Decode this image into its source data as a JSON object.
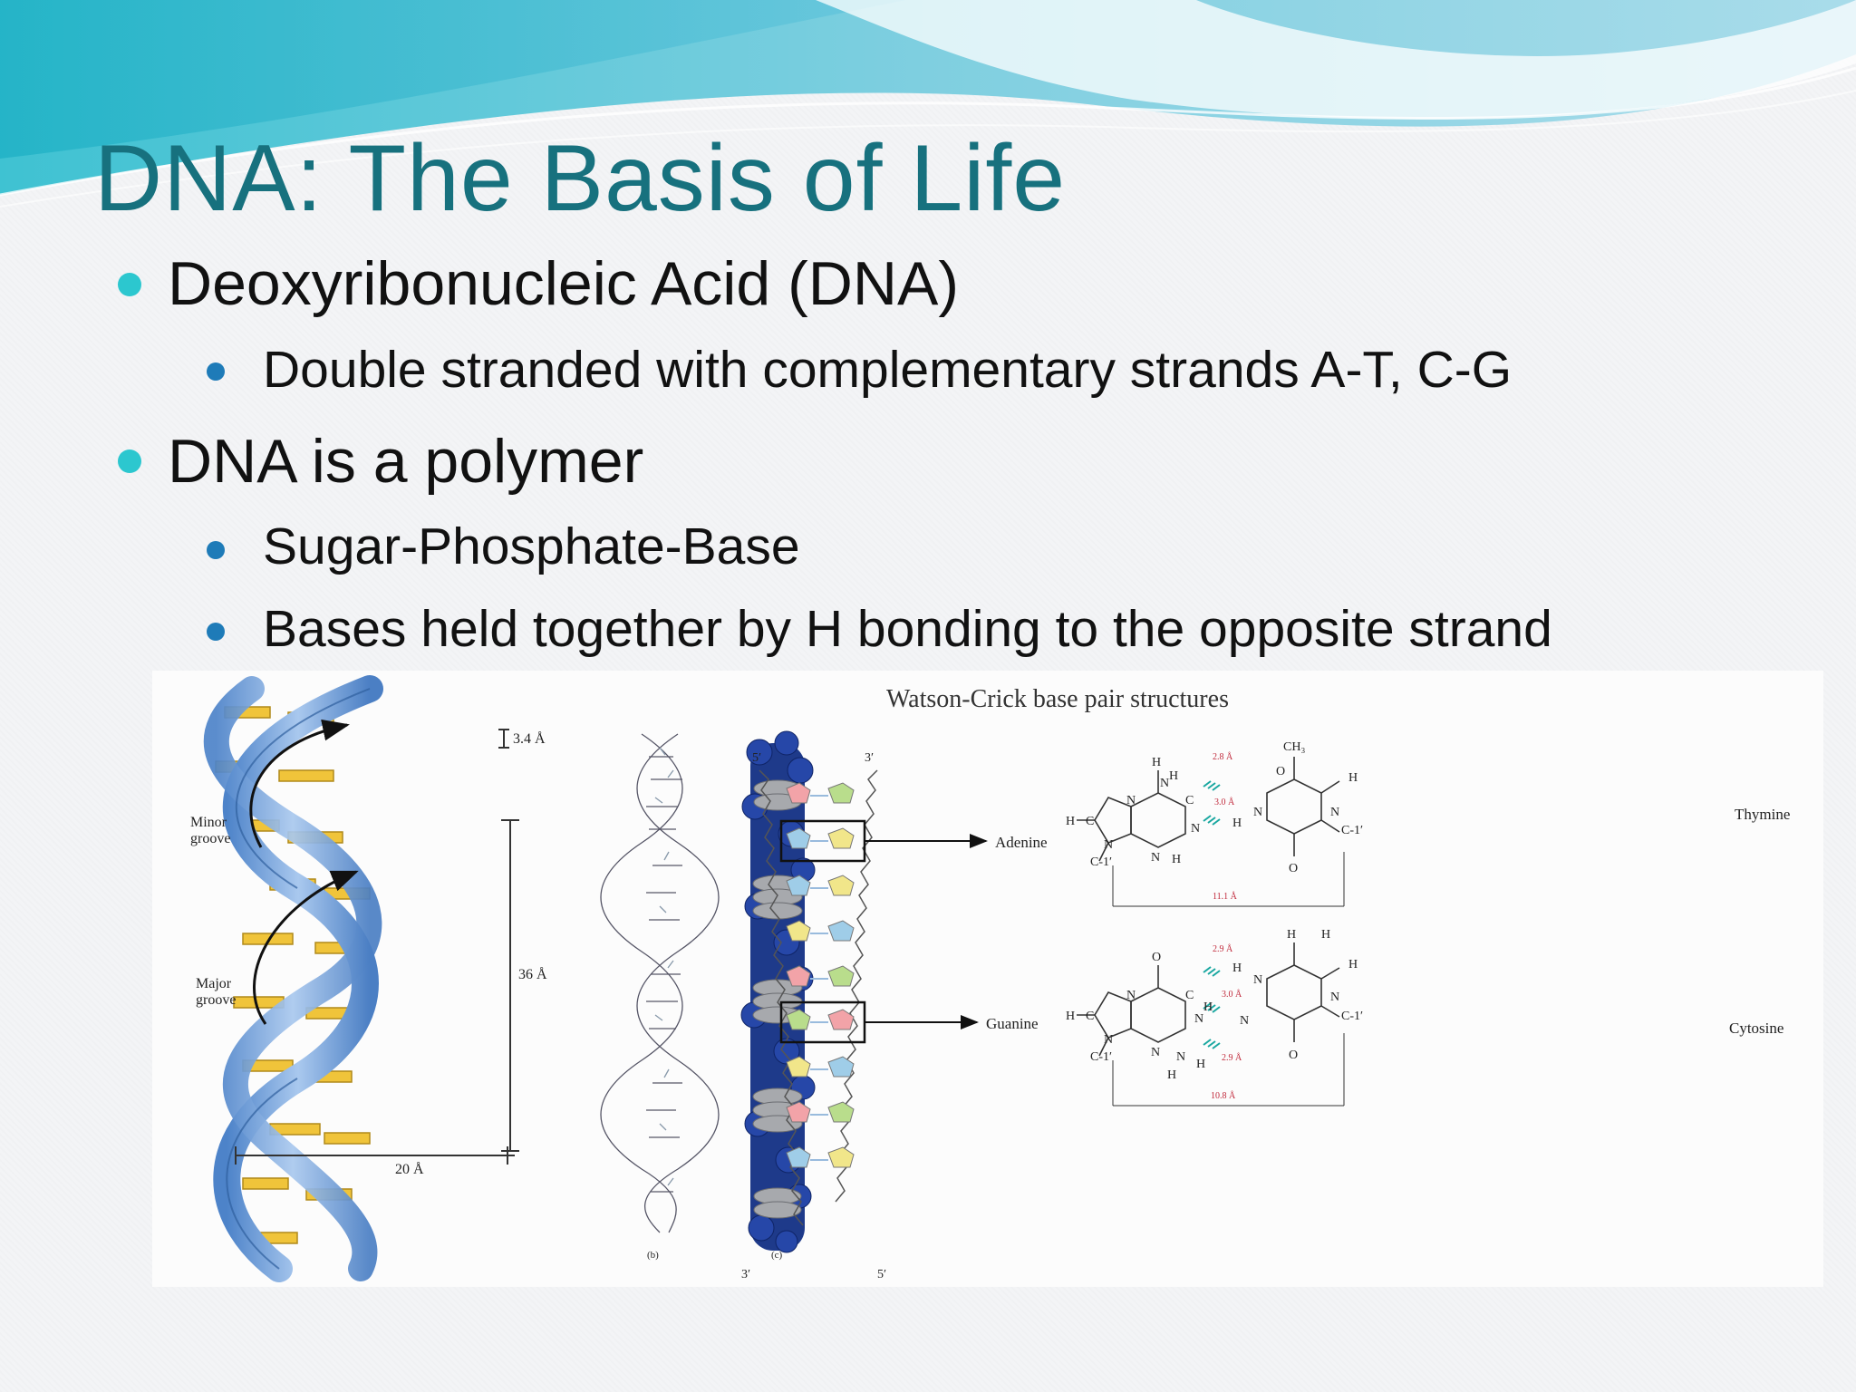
{
  "slide": {
    "title": "DNA: The Basis of Life",
    "accent_color": "#17717e",
    "bullet_color": "#2cc7cf",
    "sub_bullet_color": "#1e7bb8",
    "bullets": [
      {
        "text": "Deoxyribonucleic Acid (DNA)",
        "sub": [
          "Double stranded with complementary strands A-T, C-G"
        ]
      },
      {
        "text": "DNA is a polymer",
        "sub": [
          "Sugar-Phosphate-Base",
          "Bases held together by H bonding to the opposite strand"
        ]
      }
    ]
  },
  "figure": {
    "helix": {
      "minor_groove": [
        "Minor",
        "groove"
      ],
      "major_groove": [
        "Major",
        "groove"
      ],
      "rise": "3.4 Å",
      "pitch": "36 Å",
      "width": "20 Å"
    },
    "models": {
      "b_label": "(b)",
      "c_label": "(c)"
    },
    "watson_crick": {
      "title": "Watson-Crick base pair structures",
      "strand_5_top": "5′",
      "strand_3_top": "3′",
      "strand_3_bottom": "3′",
      "strand_5_bottom": "5′",
      "ladder_pairs": [
        "C-G",
        "A-T",
        "A-T",
        "T-A",
        "C-G",
        "G-C",
        "T-A",
        "C-G",
        "A-T"
      ],
      "adenine": "Adenine",
      "thymine": "Thymine",
      "guanine": "Guanine",
      "cytosine": "Cytosine",
      "at_distance": "11.1 Å",
      "gc_distance": "10.8 Å",
      "at_bond_1": "2.8 Å",
      "at_bond_2": "3.0 Å",
      "gc_bond_1": "2.9 Å",
      "gc_bond_2": "3.0 Å",
      "gc_bond_3": "2.9 Å",
      "methyl": "CH₃"
    }
  }
}
